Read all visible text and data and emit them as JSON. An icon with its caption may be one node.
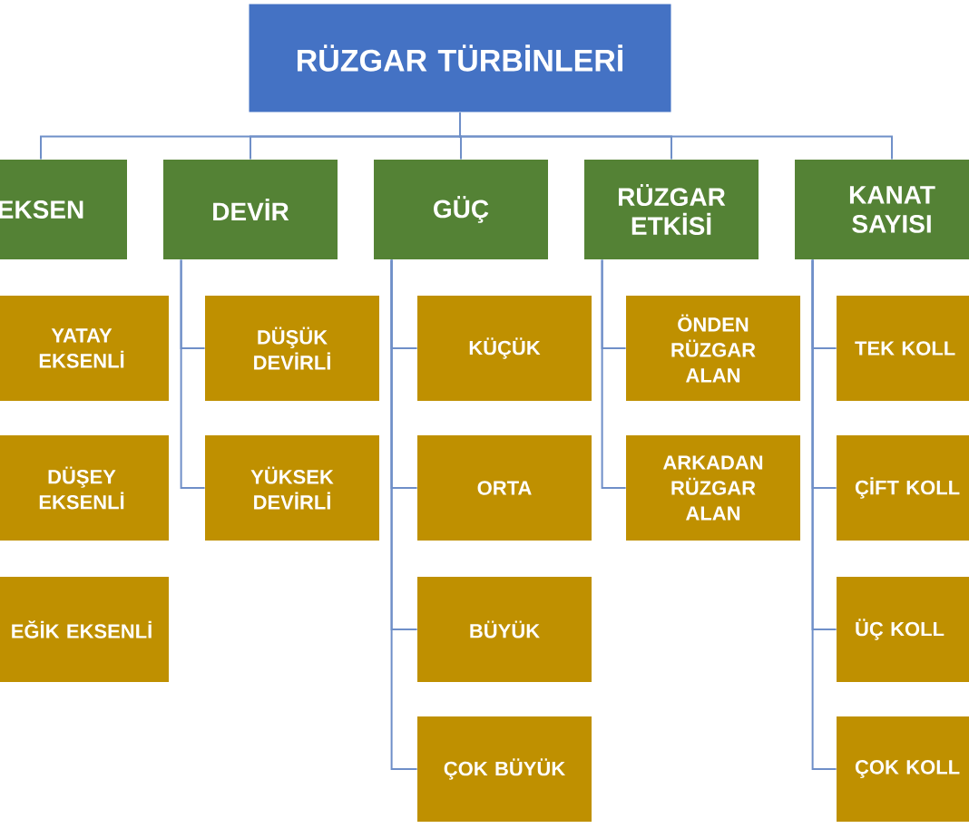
{
  "diagram": {
    "nodes": [
      {
        "text": [
          "RÜZGAR TÜRBİNLERİ"
        ]
      },
      {
        "text": [
          "EKSEN"
        ]
      },
      {
        "text": [
          "DEVİR"
        ]
      },
      {
        "text": [
          "GÜÇ"
        ]
      },
      {
        "text": [
          "RÜZGAR ETKİSİ"
        ]
      },
      {
        "text": [
          "KANAT SAYISI"
        ]
      },
      {
        "text": [
          "YATAY EKSENLİ"
        ]
      },
      {
        "text": [
          "DÜŞEY EKSENLİ"
        ]
      },
      {
        "text": [
          "EĞİK EKSENLİ"
        ]
      },
      {
        "text": [
          "DÜŞÜK DEVİRLİ"
        ]
      },
      {
        "text": [
          "YÜKSEK DEVİRLİ"
        ]
      },
      {
        "text": [
          "KÜÇÜK"
        ]
      },
      {
        "text": [
          "ORTA"
        ]
      },
      {
        "text": [
          "BÜYÜK"
        ]
      },
      {
        "text": [
          "ÇOK BÜYÜK"
        ]
      },
      {
        "text": [
          "ÖNDEN RÜZGAR ALAN"
        ]
      },
      {
        "text": [
          "ARKADAN RÜZGAR ALAN"
        ]
      },
      {
        "text": [
          "TEK KOLL"
        ]
      },
      {
        "text": [
          "ÇİFT KOLL"
        ]
      },
      {
        "text": [
          "ÜÇ KOLL"
        ]
      },
      {
        "text": [
          "ÇOK KOLL"
        ]
      }
    ],
    "edges": [
      {
        "from": 0,
        "to": 1,
        "arrow": "none"
      },
      {
        "from": 0,
        "to": 2,
        "arrow": "none"
      },
      {
        "from": 0,
        "to": 3,
        "arrow": "none"
      },
      {
        "from": 0,
        "to": 4,
        "arrow": "none"
      },
      {
        "from": 0,
        "to": 5,
        "arrow": "none"
      },
      {
        "from": 2,
        "to": 9,
        "arrow": "none"
      },
      {
        "from": 2,
        "to": 10,
        "arrow": "none"
      },
      {
        "from": 3,
        "to": 11,
        "arrow": "none"
      },
      {
        "from": 3,
        "to": 12,
        "arrow": "none"
      },
      {
        "from": 3,
        "to": 13,
        "arrow": "none"
      },
      {
        "from": 3,
        "to": 14,
        "arrow": "none"
      },
      {
        "from": 4,
        "to": 15,
        "arrow": "none"
      },
      {
        "from": 4,
        "to": 16,
        "arrow": "none"
      },
      {
        "from": 5,
        "to": 17,
        "arrow": "none"
      },
      {
        "from": 5,
        "to": 18,
        "arrow": "none"
      },
      {
        "from": 5,
        "to": 19,
        "arrow": "none"
      },
      {
        "from": 5,
        "to": 20,
        "arrow": "none"
      }
    ]
  }
}
